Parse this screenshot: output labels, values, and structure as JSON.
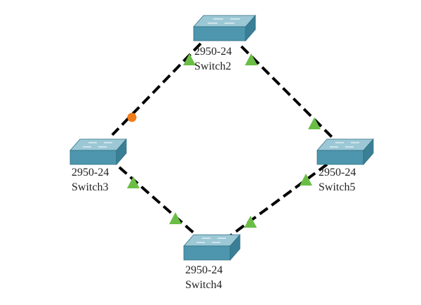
{
  "colors": {
    "switch_top": "#9cc8d6",
    "switch_front": "#4d96ad",
    "switch_side": "#3a7f95",
    "switch_edge": "#2f6f82",
    "port_up": "#6abe45",
    "port_blocked": "#f07d1a",
    "link": "#000000"
  },
  "devices": [
    {
      "id": "switch2",
      "model": "2950-24",
      "name": "Switch2"
    },
    {
      "id": "switch3",
      "model": "2950-24",
      "name": "Switch3"
    },
    {
      "id": "switch4",
      "model": "2950-24",
      "name": "Switch4"
    },
    {
      "id": "switch5",
      "model": "2950-24",
      "name": "Switch5"
    }
  ],
  "links": [
    {
      "from": "switch2",
      "to": "switch3",
      "from_port": "up",
      "to_port": "blocked"
    },
    {
      "from": "switch2",
      "to": "switch5",
      "from_port": "up",
      "to_port": "up"
    },
    {
      "from": "switch3",
      "to": "switch4",
      "from_port": "up",
      "to_port": "up"
    },
    {
      "from": "switch5",
      "to": "switch4",
      "from_port": "up",
      "to_port": "up"
    }
  ]
}
